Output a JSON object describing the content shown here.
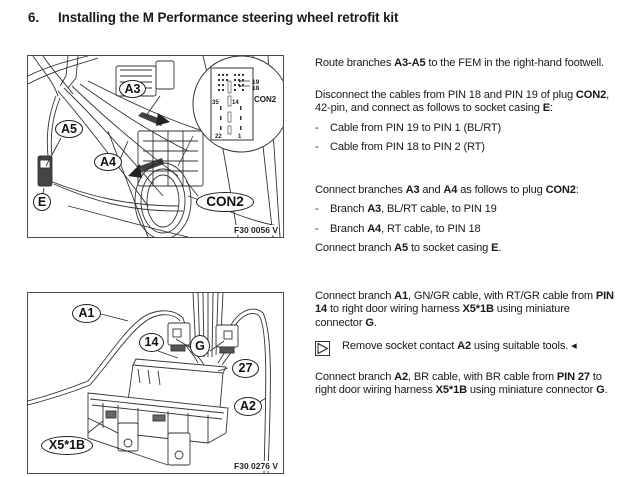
{
  "section": {
    "number": "6.",
    "title": "Installing the M Performance steering wheel retrofit kit"
  },
  "figure1": {
    "id": "F30 0056 V",
    "callouts": {
      "a3": "A3",
      "a4": "A4",
      "a5": "A5",
      "e": "E",
      "con2": "CON2"
    },
    "inset": {
      "label": "CON2",
      "pins": {
        "p19": "19",
        "p18": "18",
        "p35": "35",
        "p14": "14",
        "p22": "22",
        "p1": "1"
      }
    }
  },
  "figure2": {
    "id": "F30 0276 V",
    "callouts": {
      "a1": "A1",
      "a2": "A2",
      "p14": "14",
      "p27": "27",
      "g": "G",
      "x5": "X5*1B"
    }
  },
  "instructions": {
    "route": {
      "pre": "Route branches ",
      "b1": "A3-A5",
      "post": " to the FEM in the right-hand footwell."
    },
    "disconnect": {
      "pre": "Disconnect the cables from PIN 18 and PIN 19 of plug ",
      "b1": "CON2",
      "mid": ", 42-pin, and connect as follows to socket casing ",
      "b2": "E",
      "post": ":"
    },
    "disconnect_items": [
      "Cable from PIN 19 to PIN 1 (BL/RT)",
      "Cable from PIN 18 to PIN 2 (RT)"
    ],
    "connect_a3_a4": {
      "pre": "Connect branches ",
      "b1": "A3",
      "mid1": " and ",
      "b2": "A4",
      "mid2": " as follows to plug ",
      "b3": "CON2",
      "post": ":"
    },
    "branch_items": [
      {
        "pre": "Branch ",
        "b": "A3",
        "post": ", BL/RT cable, to PIN 19"
      },
      {
        "pre": "Branch ",
        "b": "A4",
        "post": ", RT cable, to PIN 18"
      }
    ],
    "connect_a5": {
      "pre": "Connect branch ",
      "b1": "A5",
      "mid": " to socket casing ",
      "b2": "E",
      "post": "."
    },
    "connect_a1": {
      "pre": "Connect branch ",
      "b1": "A1",
      "mid1": ", GN/GR cable, with RT/GR cable from ",
      "b2": "PIN 14",
      "mid2": " to right door wiring harness ",
      "b3": "X5*1B",
      "mid3": " using miniature connector ",
      "b4": "G",
      "post": "."
    },
    "note": {
      "icon": "note-triangle-icon",
      "pre": "Remove socket contact ",
      "b1": "A2",
      "post": " using suitable tools. ◂"
    },
    "connect_a2": {
      "pre": "Connect branch ",
      "b1": "A2",
      "mid1": ", BR cable, with BR cable from ",
      "b2": "PIN 27",
      "mid2": " to right door wiring harness ",
      "b3": "X5*1B",
      "mid3": " using miniature connector ",
      "b4": "G",
      "post": "."
    }
  }
}
